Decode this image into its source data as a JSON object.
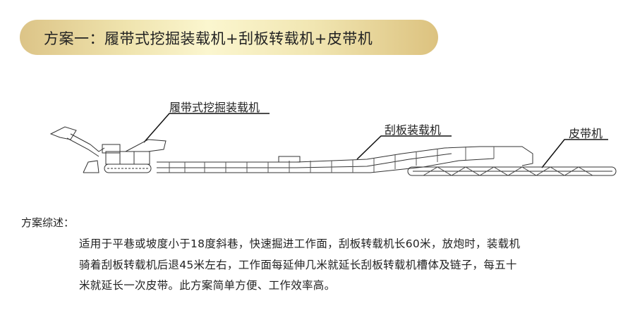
{
  "banner": {
    "title": "方案一：履带式挖掘装载机+刮板转载机+皮带机"
  },
  "diagram": {
    "labels": {
      "excavator": "履带式挖掘装载机",
      "scraper": "刮板装载机",
      "belt": "皮带机"
    }
  },
  "summary": {
    "label": "方案综述：",
    "lines": [
      "适用于平巷或坡度小于18度斜巷，快速掘进工作面，刮板转载机长60米，放炮时，装载机",
      "骑着刮板转载机后退45米左右，工作面每延伸几米就延长刮板转载机槽体及链子，每五十",
      "米就延长一次皮带。此方案简单方便、工作效率高。"
    ]
  }
}
